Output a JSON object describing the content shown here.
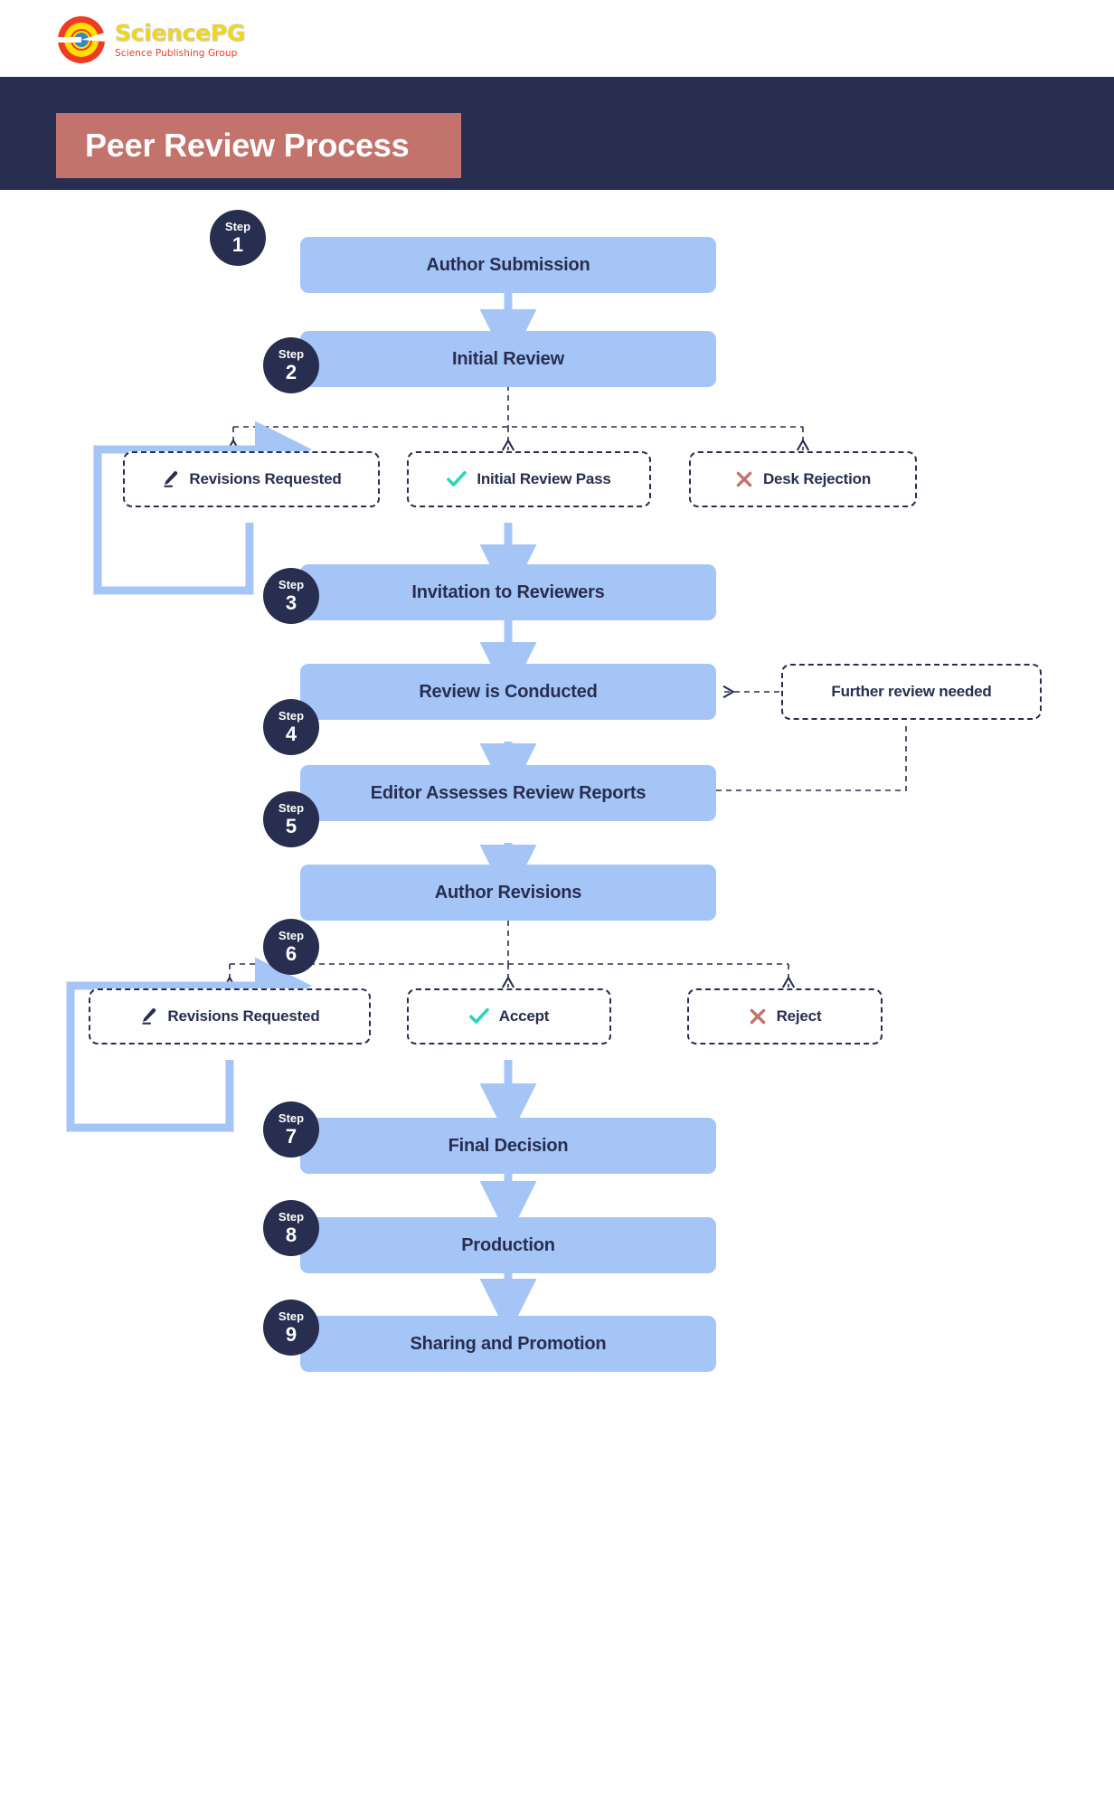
{
  "brand": {
    "name": "SciencePG",
    "tagline": "Science Publishing Group",
    "logo_icon": "sciencepg-circular-logo"
  },
  "header": {
    "title": "Peer Review Process",
    "band_color": "#282e50",
    "plate_color": "#c4736c"
  },
  "theme": {
    "step_fill": "#a6c5f7",
    "badge_fill": "#282e50",
    "text_dark": "#282e50",
    "accent_check": "#2bd6b4",
    "accent_cross": "#c4736c",
    "connector": "#a6c5f7",
    "dashed_stroke": "#282e50"
  },
  "steps": [
    {
      "step_label": "Step",
      "number": "1",
      "title": "Author Submission"
    },
    {
      "step_label": "Step",
      "number": "2",
      "title": "Initial Review"
    },
    {
      "step_label": "Step",
      "number": "3",
      "title": "Invitation to Reviewers"
    },
    {
      "step_label": "Step",
      "number": "4",
      "title": "Review is Conducted"
    },
    {
      "step_label": "Step",
      "number": "5",
      "title": "Editor Assesses Review Reports"
    },
    {
      "step_label": "Step",
      "number": "6",
      "title": "Author Revisions"
    },
    {
      "step_label": "Step",
      "number": "7",
      "title": "Final Decision"
    },
    {
      "step_label": "Step",
      "number": "8",
      "title": "Production"
    },
    {
      "step_label": "Step",
      "number": "9",
      "title": "Sharing and Promotion"
    }
  ],
  "decisions_first": [
    {
      "label": "Revisions Requested",
      "icon": "pencil-icon"
    },
    {
      "label": "Initial Review Pass",
      "icon": "check-icon"
    },
    {
      "label": "Desk Rejection",
      "icon": "cross-icon"
    }
  ],
  "decisions_second": [
    {
      "label": "Revisions Requested",
      "icon": "pencil-icon"
    },
    {
      "label": "Accept",
      "icon": "check-icon"
    },
    {
      "label": "Reject",
      "icon": "cross-icon"
    }
  ],
  "side_note": {
    "label": "Further review needed"
  }
}
